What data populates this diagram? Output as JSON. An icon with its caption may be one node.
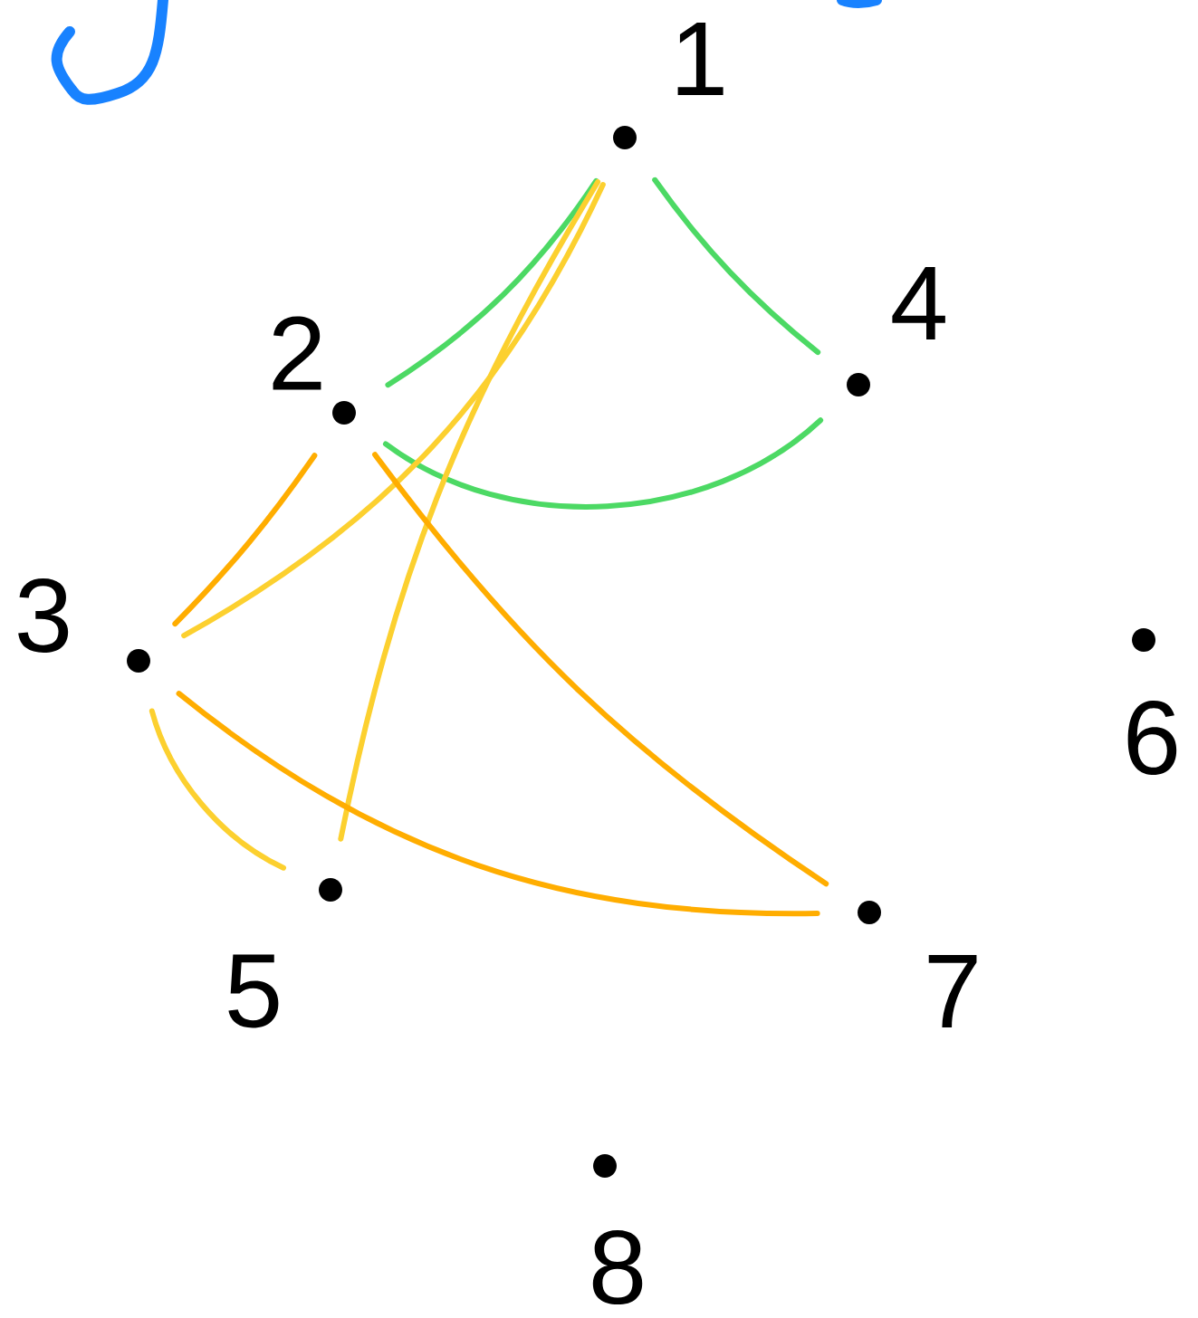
{
  "diagram": {
    "nodes": [
      {
        "text": [
          "1"
        ]
      },
      {
        "text": [
          "2"
        ]
      },
      {
        "text": [
          "3"
        ]
      },
      {
        "text": [
          "4"
        ]
      },
      {
        "text": [
          "5"
        ]
      },
      {
        "text": [
          "6"
        ]
      },
      {
        "text": [
          "7"
        ]
      },
      {
        "text": [
          "8"
        ]
      }
    ],
    "edges": [
      {
        "from": 0,
        "to": 1,
        "arrow": "none",
        "color": "#4cd964"
      },
      {
        "from": 0,
        "to": 3,
        "arrow": "none",
        "color": "#4cd964"
      },
      {
        "from": 1,
        "to": 3,
        "arrow": "none",
        "color": "#4cd964"
      },
      {
        "from": 0,
        "to": 2,
        "arrow": "none",
        "color": "#fcd02f"
      },
      {
        "from": 0,
        "to": 4,
        "arrow": "none",
        "color": "#fcd02f"
      },
      {
        "from": 2,
        "to": 4,
        "arrow": "none",
        "color": "#fcd02f"
      },
      {
        "from": 1,
        "to": 2,
        "arrow": "none",
        "color": "#ffad00"
      },
      {
        "from": 1,
        "to": 6,
        "arrow": "none",
        "color": "#ffad00"
      },
      {
        "from": 2,
        "to": 6,
        "arrow": "none",
        "color": "#ffad00"
      }
    ]
  }
}
